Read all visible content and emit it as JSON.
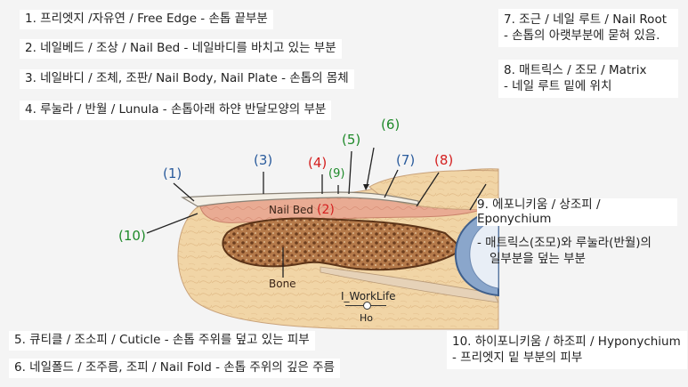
{
  "labels": {
    "free_edge": "1. 프리엣지 /자유연 / Free Edge -  손톱 끝부분",
    "nail_bed": "2. 네일베드 / 조상 / Nail Bed - 네일바디를 바치고 있는 부분",
    "nail_body": "3. 네일바디 / 조체,  조판/ Nail Body,  Nail Plate - 손톱의 몸체",
    "lunula": "4. 루눌라 / 반월 / Lunula - 손톱아래 하얀 반달모양의 부분",
    "cuticle": "5. 큐티클 / 조소피 / Cuticle - 손톱 주위를 덮고 있는 피부",
    "nail_fold": "6. 네일폴드 / 조주름, 조피 / Nail Fold - 손톱 주위의 깊은 주름",
    "nail_root_1": "7. 조근 / 네일 루트 / Nail Root",
    "nail_root_2": "- 손톱의 아랫부분에 묻혀 있음.",
    "matrix_1": "8. 매트릭스 / 조모 / Matrix",
    "matrix_2": "- 네일 루트 밑에 위치",
    "eponychium_1": "9. 에포니키움 / 상조피 / Eponychium",
    "eponychium_2": "- 매트릭스(조모)와 루눌라(반월)의",
    "eponychium_3": "일부분을 덮는 부분",
    "hyponychium_1": "10. 하이포니키움 / 하조피 / Hyponychium",
    "hyponychium_2": "- 프리엣지 밑 부분의 피부"
  },
  "diagram": {
    "markers": [
      {
        "text": "(1)",
        "color": "#2a5b9c"
      },
      {
        "text": "(3)",
        "color": "#2a5b9c"
      },
      {
        "text": "(4)",
        "color": "#d42020"
      },
      {
        "text": "(5)",
        "color": "#1f8a2a"
      },
      {
        "text": "(9)",
        "color": "#1f8a2a"
      },
      {
        "text": "(6)",
        "color": "#1f8a2a"
      },
      {
        "text": "(7)",
        "color": "#2a5b9c"
      },
      {
        "text": "(8)",
        "color": "#d42020"
      },
      {
        "text": "(10)",
        "color": "#1f8a2a"
      },
      {
        "text": "(2)",
        "color": "#d42020"
      }
    ],
    "nail_bed_text": "Nail Bed",
    "bone_text": "Bone",
    "watermark": "I_WorkLife",
    "watermark_sub": "Ho",
    "colors": {
      "skin": "#f1d5a6",
      "nail_bed": "#e8a88f",
      "bone": "#a0683f",
      "nail_plate": "#efeadf",
      "joint": "#5e7ea8"
    }
  }
}
